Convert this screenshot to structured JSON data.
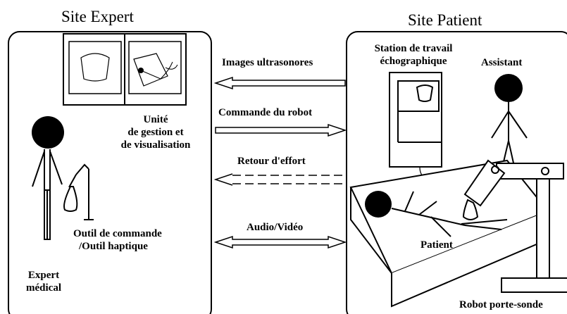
{
  "sites": {
    "expert_title": "Site Expert",
    "patient_title": "Site Patient"
  },
  "expert": {
    "unit_label_1": "Unité",
    "unit_label_2": "de gestion et",
    "unit_label_3": "de visualisation",
    "tool_label_1": "Outil de commande",
    "tool_label_2": "/Outil haptique",
    "person_label_1": "Expert",
    "person_label_2": "médical"
  },
  "links": {
    "images": "Images ultrasonores",
    "robot_cmd": "Commande du robot",
    "force": "Retour d'effort",
    "av": "Audio/Vidéo"
  },
  "patient": {
    "station_1": "Station de travail",
    "station_2": "échographique",
    "assistant": "Assistant",
    "patient": "Patient",
    "robot": "Robot porte-sonde"
  }
}
